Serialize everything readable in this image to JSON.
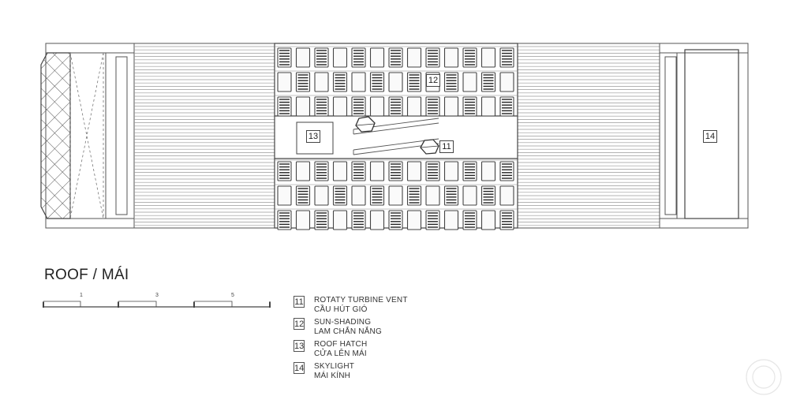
{
  "title": "ROOF / MÁI",
  "scale_bar": {
    "labels": [
      "1",
      "3",
      "5"
    ]
  },
  "plan_tags": {
    "t11": "11",
    "t12": "12",
    "t13": "13",
    "t14": "14"
  },
  "legend": [
    {
      "num": "11",
      "en": "ROTATY TURBINE VENT",
      "vi": "CẦU HÚT GIÓ"
    },
    {
      "num": "12",
      "en": "SUN-SHADING",
      "vi": "LAM CHẮN NẮNG"
    },
    {
      "num": "13",
      "en": "ROOF HATCH",
      "vi": "CỬA LÊN MÁI"
    },
    {
      "num": "14",
      "en": "SKYLIGHT",
      "vi": "MÁI KÍNH"
    }
  ]
}
